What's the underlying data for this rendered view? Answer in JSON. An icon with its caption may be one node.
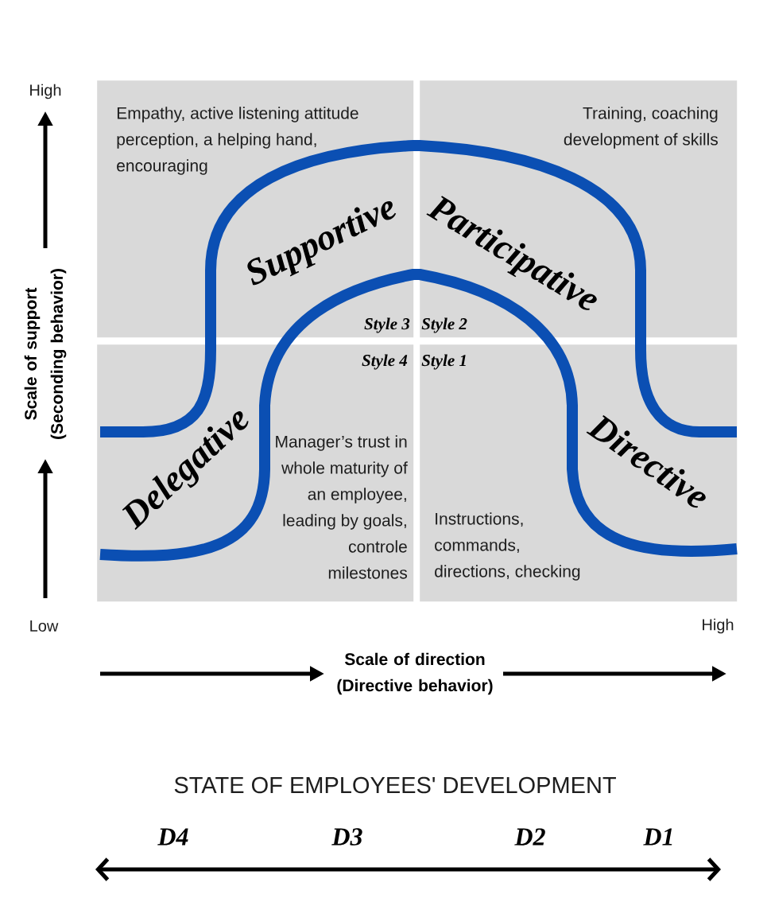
{
  "diagram": {
    "nodes": [
      {
        "text": [
          "Empathy, active listening attitude perception, a helping hand, encouraging",
          "Supportive",
          "Style 3"
        ]
      },
      {
        "text": [
          "Training, coaching development of skills",
          "Participative",
          "Style 2"
        ]
      },
      {
        "text": [
          "Style 4",
          "Delegative",
          "Manager’s trust in whole maturity of an employee, leading by goals, controle milestones"
        ]
      },
      {
        "text": [
          "Style 1",
          "Directive",
          "Instructions, commands, directions, checking"
        ]
      }
    ],
    "labels": [
      "High",
      "Scale of support (Seconding behavior)",
      "Low",
      "High",
      "Scale of direction (Directive behavior)",
      "STATE OF EMPLOYEES' DEVELOPMENT",
      "D4",
      "D3",
      "D2",
      "D1"
    ]
  }
}
